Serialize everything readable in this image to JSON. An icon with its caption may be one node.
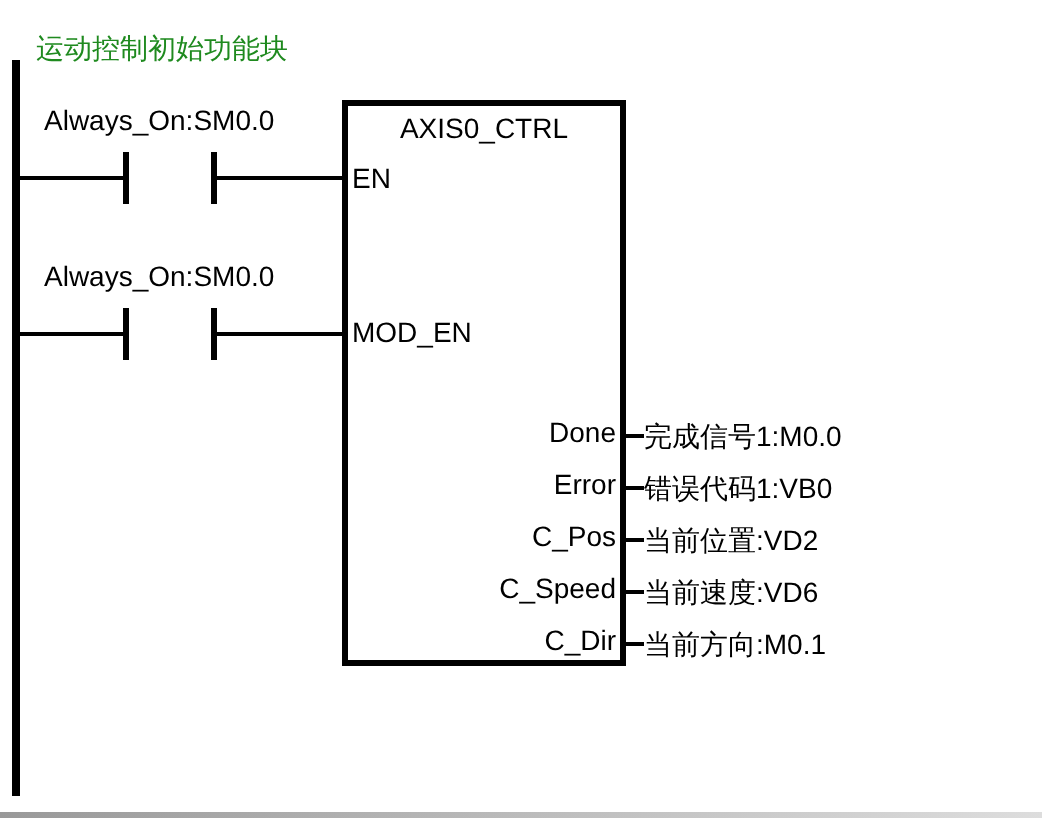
{
  "diagram": {
    "title": "运动控制初始功能块",
    "nodes": [
      {
        "text": [],
        "shape": "bar"
      },
      {
        "text": [
          "Always_On:SM0.0"
        ]
      },
      {
        "text": [
          "Always_On:SM0.0"
        ]
      },
      {
        "text": [
          "AXIS0_CTRL",
          "EN",
          "MOD_EN",
          "Done",
          "Error",
          "C_Pos",
          "C_Speed",
          "C_Dir"
        ]
      },
      {
        "text": [
          "完成信号1:M0.0"
        ]
      },
      {
        "text": [
          "错误代码1:VB0"
        ]
      },
      {
        "text": [
          "当前位置:VD2"
        ]
      },
      {
        "text": [
          "当前速度:VD6"
        ]
      },
      {
        "text": [
          "当前方向:M0.1"
        ]
      }
    ],
    "edges": [
      {
        "from": 0,
        "to": 1,
        "arrow": "none"
      },
      {
        "from": 1,
        "to": 3,
        "arrow": "none"
      },
      {
        "from": 0,
        "to": 2,
        "arrow": "none"
      },
      {
        "from": 2,
        "to": 3,
        "arrow": "none"
      },
      {
        "from": 3,
        "to": 4,
        "arrow": "none"
      },
      {
        "from": 3,
        "to": 5,
        "arrow": "none"
      },
      {
        "from": 3,
        "to": 6,
        "arrow": "none"
      },
      {
        "from": 3,
        "to": 7,
        "arrow": "none"
      },
      {
        "from": 3,
        "to": 8,
        "arrow": "none"
      }
    ]
  }
}
